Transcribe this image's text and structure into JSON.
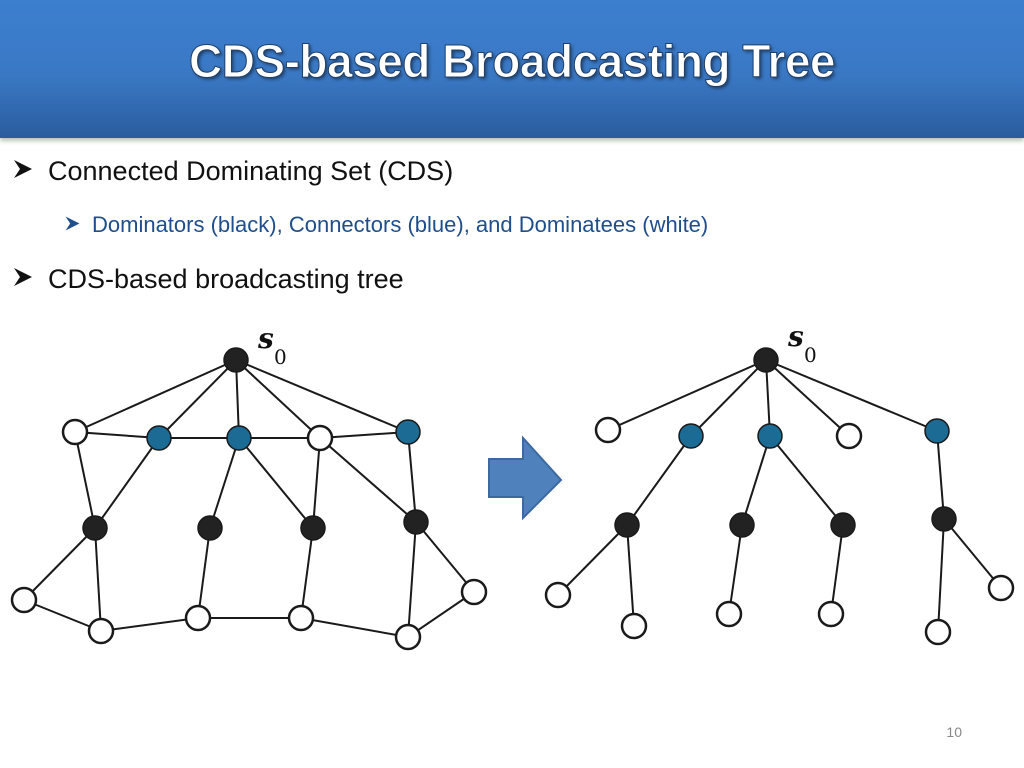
{
  "slide": {
    "title": "CDS-based Broadcasting Tree",
    "page_number": "10"
  },
  "bullets": [
    {
      "level": 1,
      "text": "Connected Dominating Set (CDS)"
    },
    {
      "level": 2,
      "text": "Dominators (black), Connectors (blue), and Dominatees (white)"
    },
    {
      "level": 1,
      "text": "CDS-based broadcasting tree"
    }
  ],
  "colors": {
    "dominator": "#222222",
    "connector": "#1b6b95",
    "dominatee": "#ffffff",
    "banner": "#3a78c4",
    "arrow": "#4f81bd"
  },
  "diagram": {
    "source_label": "s",
    "source_subscript": "0",
    "graph": {
      "nodes": [
        {
          "id": "s0",
          "role": "dominator"
        },
        {
          "id": "w1",
          "role": "dominatee"
        },
        {
          "id": "c1",
          "role": "connector"
        },
        {
          "id": "c2",
          "role": "connector"
        },
        {
          "id": "w2",
          "role": "dominatee"
        },
        {
          "id": "c3",
          "role": "connector"
        },
        {
          "id": "d1",
          "role": "dominator"
        },
        {
          "id": "d2",
          "role": "dominator"
        },
        {
          "id": "d3",
          "role": "dominator"
        },
        {
          "id": "d4",
          "role": "dominator"
        },
        {
          "id": "w3",
          "role": "dominatee"
        },
        {
          "id": "w4",
          "role": "dominatee"
        },
        {
          "id": "w5",
          "role": "dominatee"
        },
        {
          "id": "w6",
          "role": "dominatee"
        },
        {
          "id": "w7",
          "role": "dominatee"
        },
        {
          "id": "w8",
          "role": "dominatee"
        }
      ],
      "edges": [
        [
          "s0",
          "w1"
        ],
        [
          "s0",
          "c1"
        ],
        [
          "s0",
          "c2"
        ],
        [
          "s0",
          "w2"
        ],
        [
          "s0",
          "c3"
        ],
        [
          "w1",
          "c1"
        ],
        [
          "c1",
          "c2"
        ],
        [
          "c2",
          "w2"
        ],
        [
          "w2",
          "c3"
        ],
        [
          "w1",
          "d1"
        ],
        [
          "c1",
          "d1"
        ],
        [
          "c2",
          "d2"
        ],
        [
          "c2",
          "d3"
        ],
        [
          "w2",
          "d3"
        ],
        [
          "w2",
          "d4"
        ],
        [
          "c3",
          "d4"
        ],
        [
          "d1",
          "w3"
        ],
        [
          "d1",
          "w4"
        ],
        [
          "d2",
          "w5"
        ],
        [
          "d3",
          "w6"
        ],
        [
          "d4",
          "w7"
        ],
        [
          "d4",
          "w8"
        ],
        [
          "w3",
          "w4"
        ],
        [
          "w4",
          "w5"
        ],
        [
          "w5",
          "w6"
        ],
        [
          "w6",
          "w7"
        ],
        [
          "w7",
          "w8"
        ]
      ]
    },
    "tree": {
      "nodes": [
        {
          "id": "s0",
          "role": "dominator"
        },
        {
          "id": "w1",
          "role": "dominatee"
        },
        {
          "id": "c1",
          "role": "connector"
        },
        {
          "id": "c2",
          "role": "connector"
        },
        {
          "id": "w2",
          "role": "dominatee"
        },
        {
          "id": "c3",
          "role": "connector"
        },
        {
          "id": "d1",
          "role": "dominator"
        },
        {
          "id": "d2",
          "role": "dominator"
        },
        {
          "id": "d3",
          "role": "dominator"
        },
        {
          "id": "d4",
          "role": "dominator"
        },
        {
          "id": "w3",
          "role": "dominatee"
        },
        {
          "id": "w4",
          "role": "dominatee"
        },
        {
          "id": "w5",
          "role": "dominatee"
        },
        {
          "id": "w6",
          "role": "dominatee"
        },
        {
          "id": "w7",
          "role": "dominatee"
        },
        {
          "id": "w8",
          "role": "dominatee"
        }
      ],
      "edges": [
        [
          "s0",
          "w1"
        ],
        [
          "s0",
          "c1"
        ],
        [
          "s0",
          "c2"
        ],
        [
          "s0",
          "w2"
        ],
        [
          "s0",
          "c3"
        ],
        [
          "c1",
          "d1"
        ],
        [
          "c2",
          "d2"
        ],
        [
          "c2",
          "d3"
        ],
        [
          "c3",
          "d4"
        ],
        [
          "d1",
          "w3"
        ],
        [
          "d1",
          "w4"
        ],
        [
          "d2",
          "w5"
        ],
        [
          "d3",
          "w6"
        ],
        [
          "d4",
          "w7"
        ],
        [
          "d4",
          "w8"
        ]
      ]
    }
  }
}
